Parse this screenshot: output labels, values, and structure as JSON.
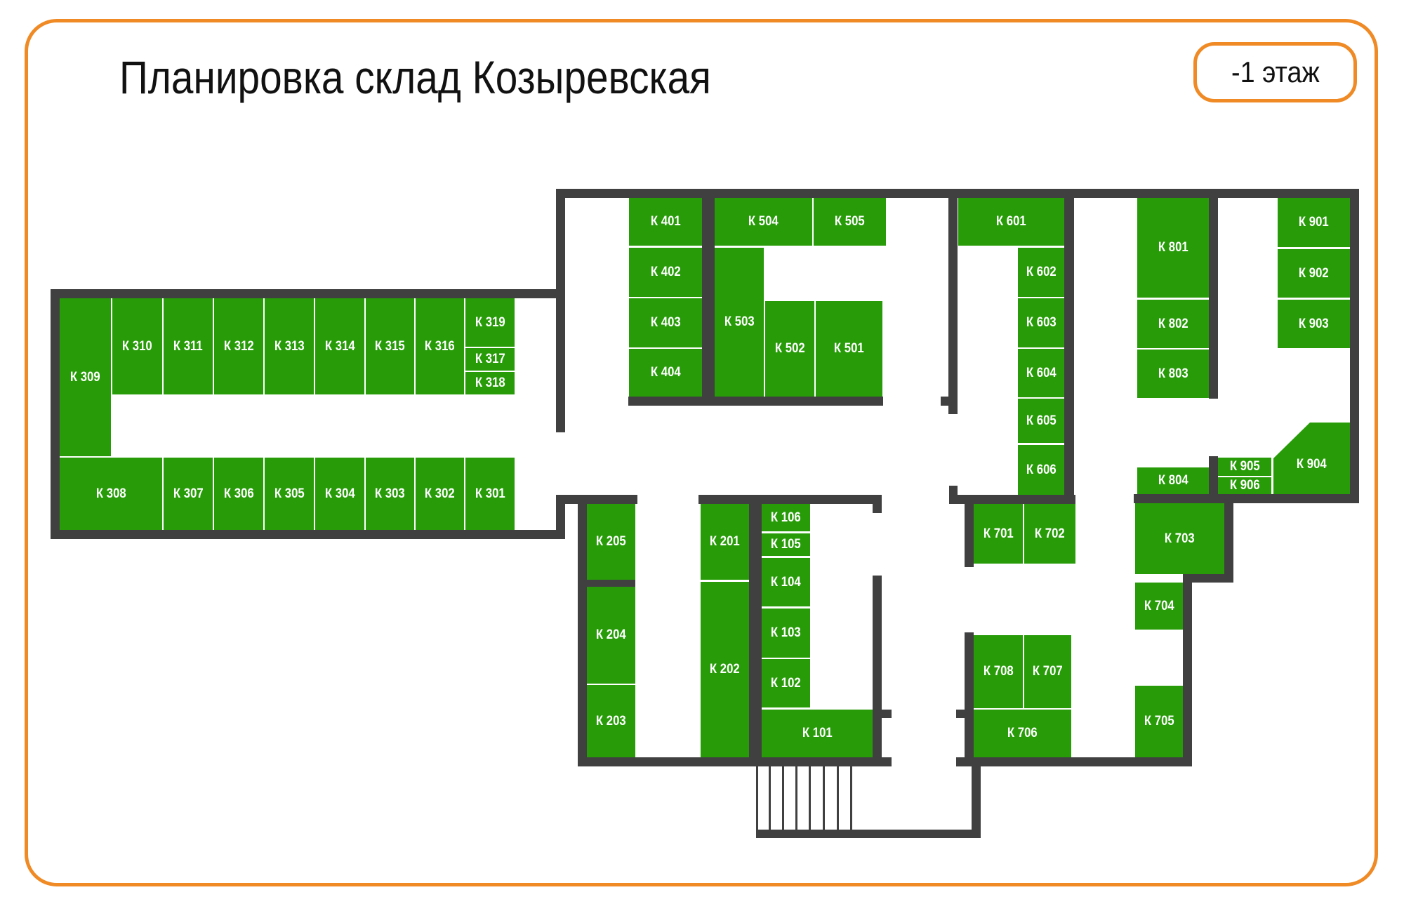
{
  "header": {
    "title": "Планировка склад Козыревская",
    "floor_badge": "-1 этаж"
  },
  "colors": {
    "frame_accent": "#ef8a25",
    "unit_fill": "#279c08",
    "wall": "#404040",
    "unit_label": "#ffffff"
  },
  "units": {
    "k101": "К 101",
    "k102": "К 102",
    "k103": "К 103",
    "k104": "К 104",
    "k105": "К 105",
    "k106": "К 106",
    "k201": "К 201",
    "k202": "К 202",
    "k203": "К 203",
    "k204": "К 204",
    "k205": "К 205",
    "k301": "К 301",
    "k302": "К 302",
    "k303": "К 303",
    "k304": "К 304",
    "k305": "К 305",
    "k306": "К 306",
    "k307": "К 307",
    "k308": "К 308",
    "k309": "К 309",
    "k310": "К 310",
    "k311": "К 311",
    "k312": "К 312",
    "k313": "К 313",
    "k314": "К 314",
    "k315": "К 315",
    "k316": "К 316",
    "k317": "К 317",
    "k318": "К 318",
    "k319": "К 319",
    "k401": "К 401",
    "k402": "К 402",
    "k403": "К 403",
    "k404": "К 404",
    "k501": "К 501",
    "k502": "К 502",
    "k503": "К 503",
    "k504": "К 504",
    "k505": "К 505",
    "k601": "К 601",
    "k602": "К 602",
    "k603": "К 603",
    "k604": "К 604",
    "k605": "К 605",
    "k606": "К 606",
    "k701": "К 701",
    "k702": "К 702",
    "k703": "К 703",
    "k704": "К 704",
    "k705": "К 705",
    "k706": "К 706",
    "k707": "К 707",
    "k708": "К 708",
    "k801": "К 801",
    "k802": "К 802",
    "k803": "К 803",
    "k804": "К 804",
    "k901": "К 901",
    "k902": "К 902",
    "k903": "К 903",
    "k904": "К 904",
    "k905": "К 905",
    "k906": "К 906"
  }
}
